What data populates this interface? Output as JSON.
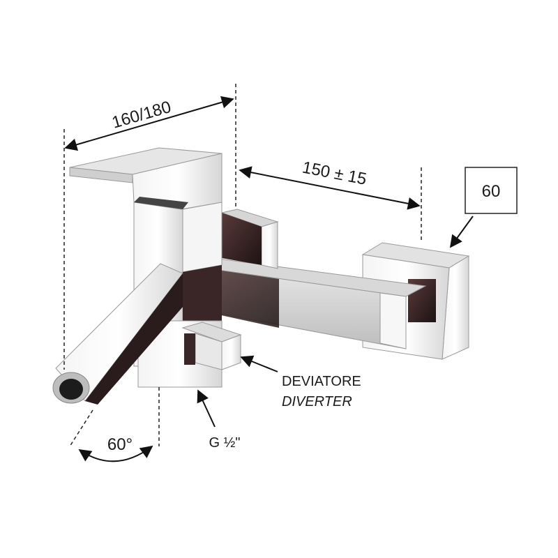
{
  "dimensions": {
    "spout_length": "160/180",
    "center_distance": "150 ± 15",
    "box_value": "60",
    "swivel_angle": "60°"
  },
  "callouts": {
    "diverter_it": "DEVIATORE",
    "diverter_en": "DIVERTER",
    "connection": "G ½\""
  }
}
